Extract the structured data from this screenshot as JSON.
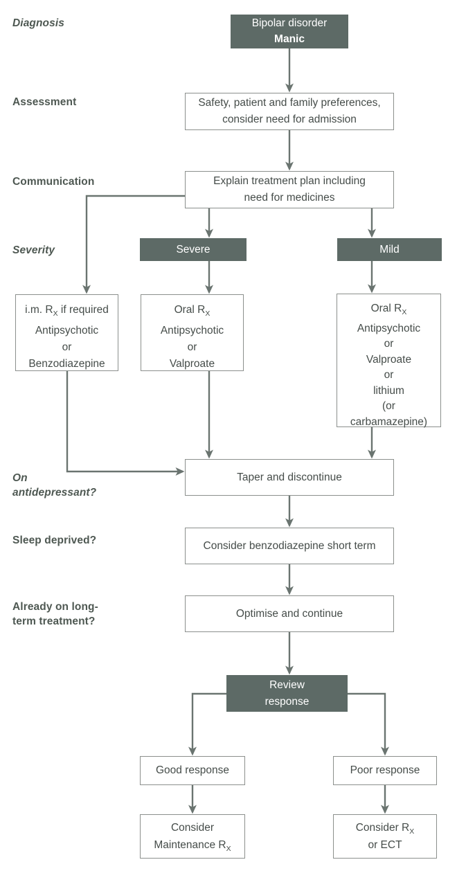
{
  "title": "Bipolar disorder manic treatment flowchart",
  "colors": {
    "dark_node_fill": "#5d6a66",
    "dark_node_text": "#ffffff",
    "node_border": "#8b8f8c",
    "node_text": "#454c49",
    "stage_label_text": "#4e5852",
    "connector": "#6a7470",
    "background": "#ffffff"
  },
  "labels": {
    "diagnosis": "Diagnosis",
    "assessment": "Assessment",
    "communication": "Communication",
    "severity": "Severity",
    "on_antidepressant_line1": "On",
    "on_antidepressant_line2": "antidepressant?",
    "sleep_deprived": "Sleep deprived?",
    "long_term_line1": "Already on long-",
    "long_term_line2": "term treatment?"
  },
  "nodes": {
    "diagnosis": {
      "line1": "Bipolar disorder",
      "line2": "Manic"
    },
    "assessment": {
      "line1": "Safety, patient and family preferences,",
      "line2": "consider need for admission"
    },
    "communication": {
      "line1": "Explain treatment plan including",
      "line2": "need for medicines"
    },
    "severe": {
      "label": "Severe"
    },
    "mild": {
      "label": "Mild"
    },
    "im_rx": {
      "title_pre": "i.m. R",
      "title_sub": "X",
      "title_post": " if required",
      "option1": "Antipsychotic",
      "or1": "or",
      "option2": "Benzodiazepine"
    },
    "oral_severe": {
      "title_pre": "Oral R",
      "title_sub": "X",
      "option1": "Antipsychotic",
      "or1": "or",
      "option2": "Valproate"
    },
    "oral_mild": {
      "title_pre": "Oral R",
      "title_sub": "X",
      "option1": "Antipsychotic",
      "or1": "or",
      "option2": "Valproate",
      "or2": "or",
      "option3": "lithium",
      "paren1": "(or",
      "paren2": "carbamazepine)"
    },
    "taper": {
      "label": "Taper and discontinue"
    },
    "benzodiazepine": {
      "label": "Consider benzodiazepine short term"
    },
    "optimise": {
      "label": "Optimise and continue"
    },
    "review": {
      "line1": "Review",
      "line2": "response"
    },
    "good": {
      "label": "Good response"
    },
    "poor": {
      "label": "Poor response"
    },
    "maintenance": {
      "line1": "Consider",
      "line2_pre": "Maintenance R",
      "line2_sub": "X"
    },
    "rx_ect": {
      "line1_pre": "Consider R",
      "line1_sub": "X",
      "line2": "or ECT"
    }
  }
}
